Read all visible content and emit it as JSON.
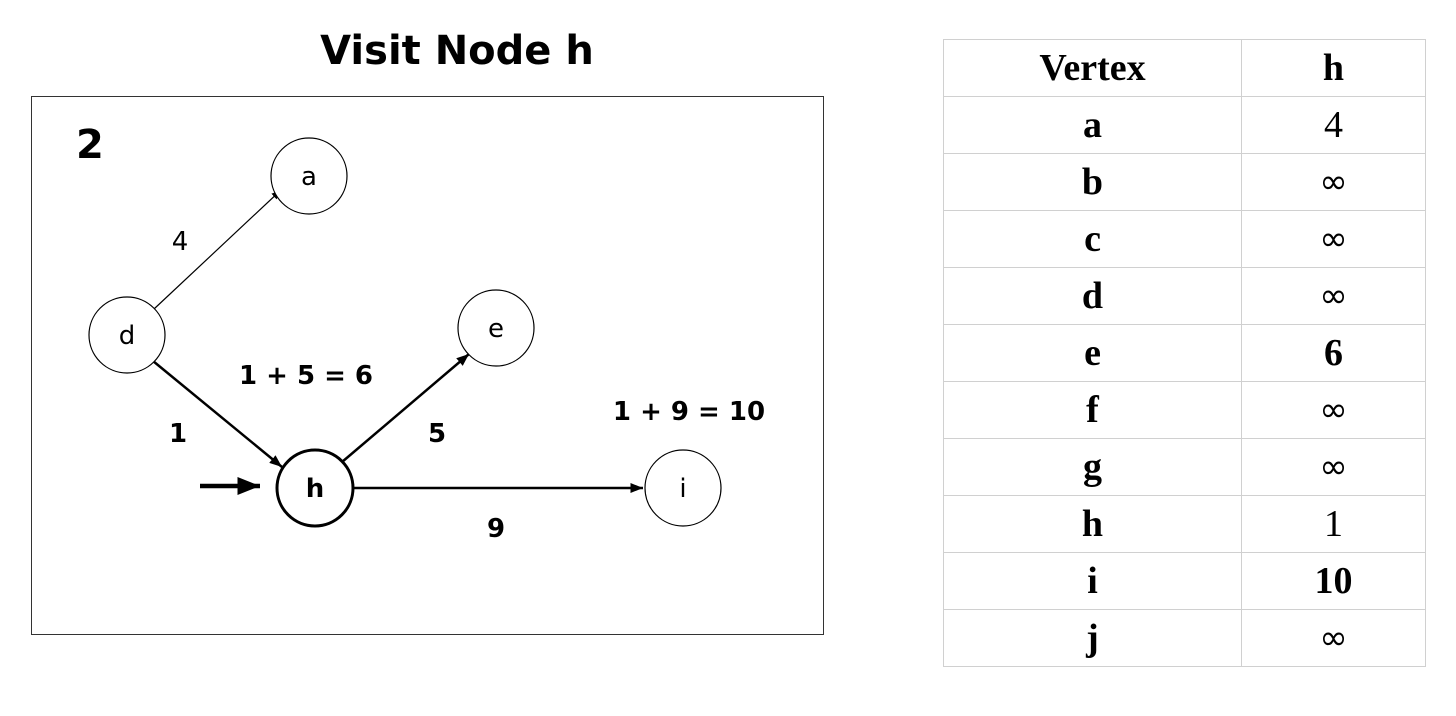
{
  "title": "Visit Node h",
  "step": "2",
  "nodes": {
    "a": "a",
    "d": "d",
    "e": "e",
    "h": "h",
    "i": "i"
  },
  "edges": {
    "d_a": "4",
    "d_h": "1",
    "h_e": "5",
    "h_i": "9"
  },
  "annotations": {
    "to_e": "1 + 5 = 6",
    "to_i": "1 + 9 = 10"
  },
  "table": {
    "headers": [
      "Vertex",
      "h"
    ],
    "rows": [
      {
        "vertex": "a",
        "value": "4",
        "bold": false
      },
      {
        "vertex": "b",
        "value": "∞",
        "bold": false
      },
      {
        "vertex": "c",
        "value": "∞",
        "bold": false
      },
      {
        "vertex": "d",
        "value": "∞",
        "bold": false
      },
      {
        "vertex": "e",
        "value": "6",
        "bold": true
      },
      {
        "vertex": "f",
        "value": "∞",
        "bold": false
      },
      {
        "vertex": "g",
        "value": "∞",
        "bold": false
      },
      {
        "vertex": "h",
        "value": "1",
        "bold": false
      },
      {
        "vertex": "i",
        "value": "10",
        "bold": true
      },
      {
        "vertex": "j",
        "value": "∞",
        "bold": false
      }
    ]
  }
}
